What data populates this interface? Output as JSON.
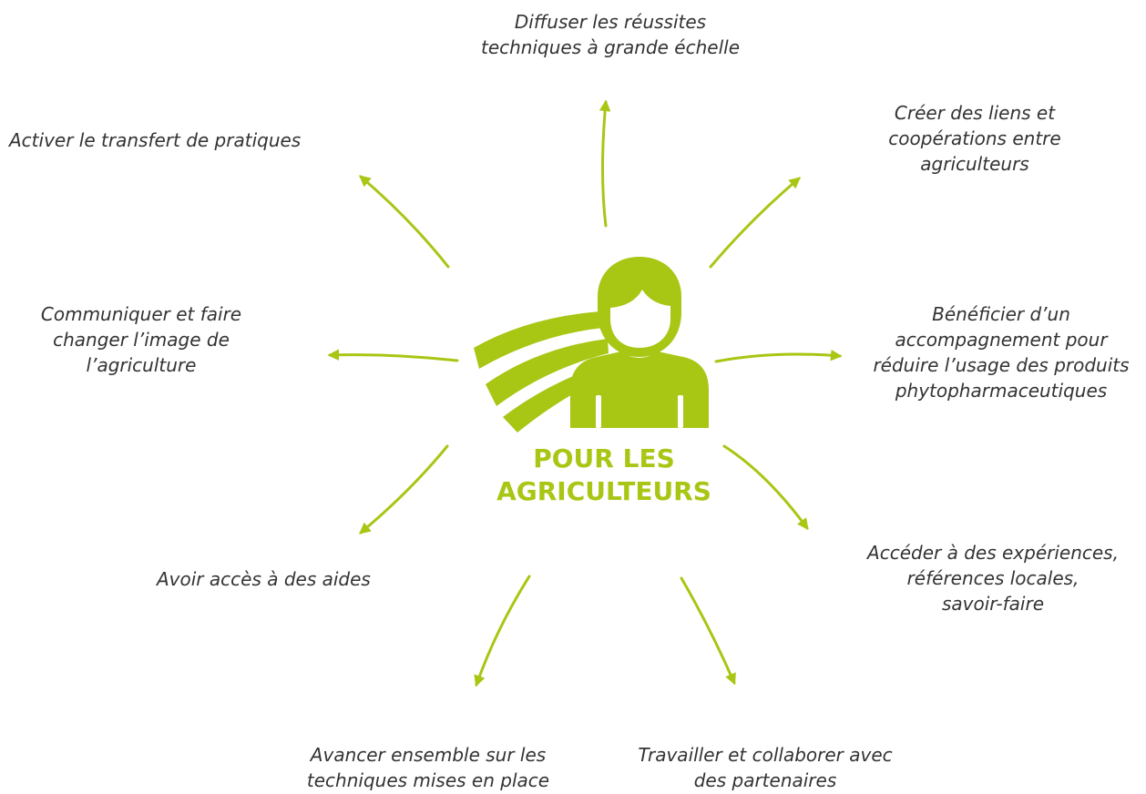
{
  "colors": {
    "accent": "#a8c614",
    "text": "#333333"
  },
  "center": {
    "title": "POUR LES\nAGRICULTEURS",
    "icon": "farmer-person-icon"
  },
  "benefits": {
    "diffuser": "Diffuser les réussites\ntechniques à grande échelle",
    "creer": "Créer des liens et\ncoopérations entre\nagriculteurs",
    "beneficier": "Bénéficier d’un\naccompagnement pour\nréduire l’usage des produits\nphytopharmaceutiques",
    "acceder": "Accéder à des expériences,\nréférences locales,\nsavoir-faire",
    "travailler": "Travailler et collaborer avec\ndes partenaires",
    "avancer": "Avancer ensemble sur les\ntechniques mises en place",
    "aides": "Avoir accès à des aides",
    "communiquer": "Communiquer et faire\nchanger l’image de\nl’agriculture",
    "activer": "Activer le transfert de pratiques"
  }
}
